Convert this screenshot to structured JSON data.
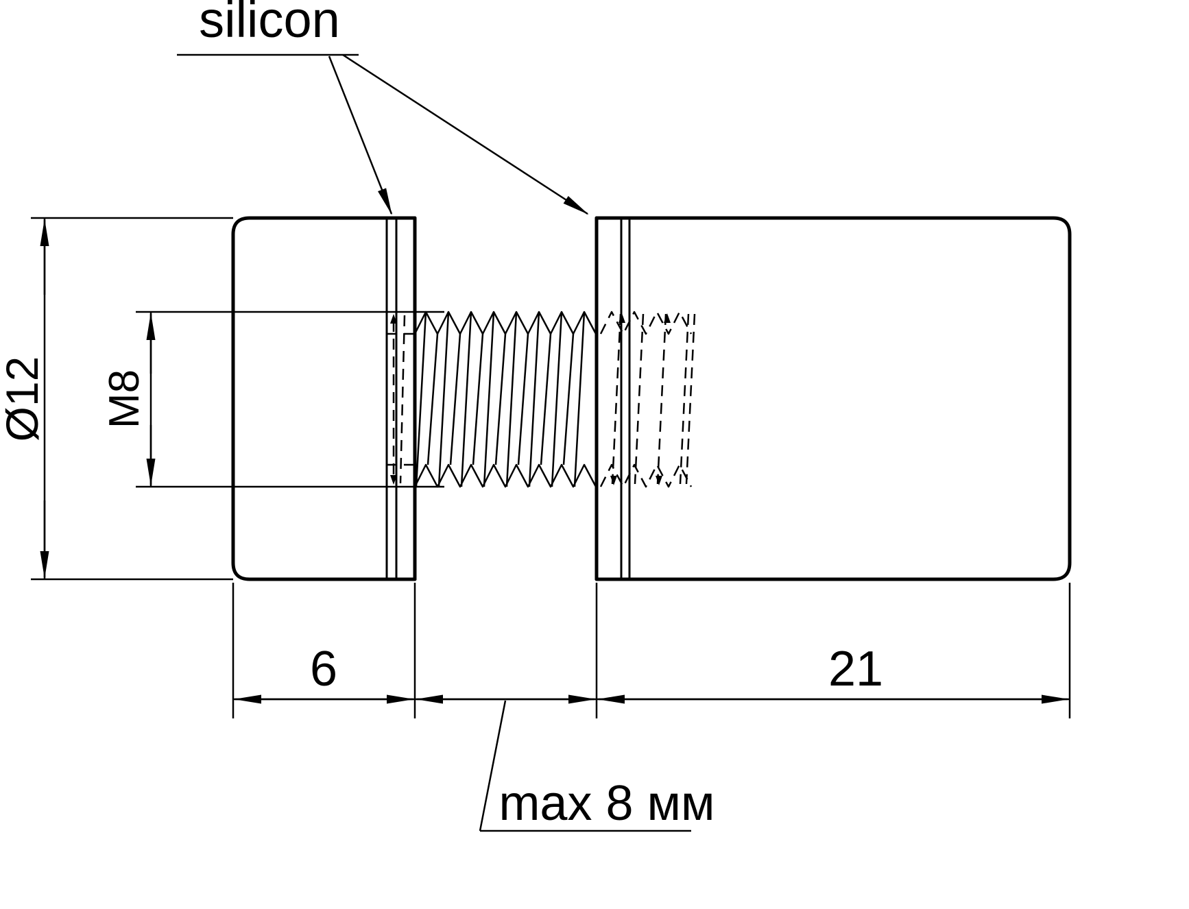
{
  "drawing": {
    "type": "technical-drawing",
    "subject": "glass standoff fastener cross-section",
    "labels": {
      "silicon": "silicon",
      "diameter": "Ø12",
      "thread": "M8",
      "cap_width": "6",
      "glass_max": "max 8 мм",
      "body_length": "21"
    },
    "colors": {
      "line": "#000000",
      "background": "#ffffff"
    }
  }
}
